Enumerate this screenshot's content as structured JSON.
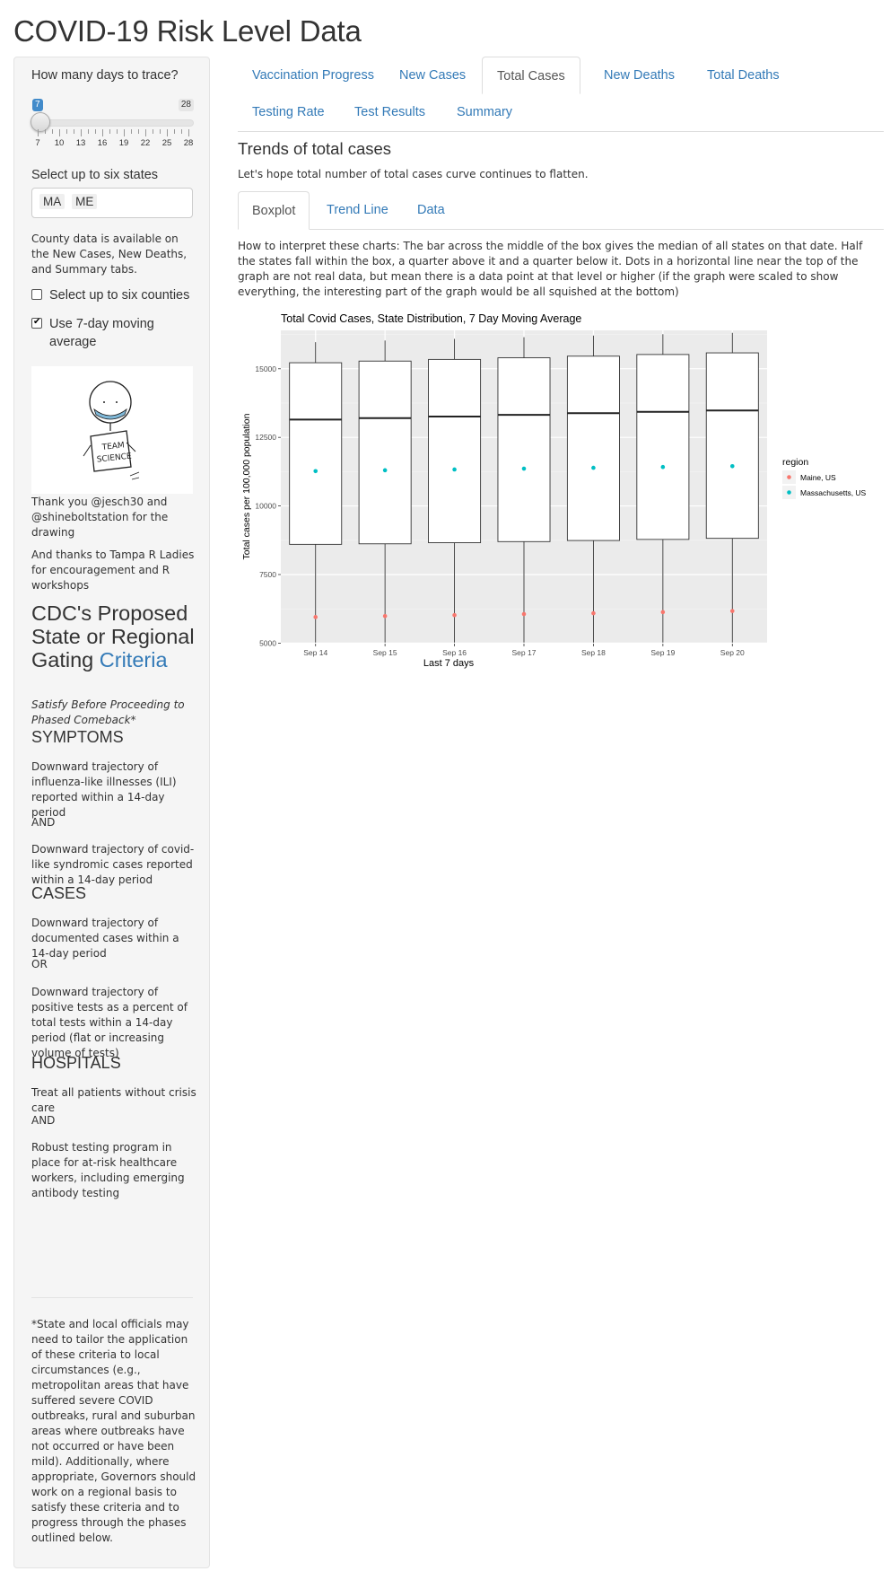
{
  "app_title": "COVID-19 Risk Level Data",
  "sidebar": {
    "days_label": "How many days to trace?",
    "slider": {
      "min": 7,
      "max": 28,
      "value": 7,
      "tick_labels": [
        "7",
        "10",
        "13",
        "16",
        "19",
        "22",
        "25",
        "28"
      ],
      "value_badge": "7",
      "max_badge": "28"
    },
    "states_label": "Select up to six states",
    "selected_states": [
      "MA",
      "ME"
    ],
    "county_note": "County data is available on the New Cases, New Deaths, and Summary tabs.",
    "counties_checkbox": {
      "label": "Select up to six counties",
      "checked": false
    },
    "moving_avg_checkbox": {
      "label": "Use 7-day moving average",
      "checked": true
    },
    "drawing": {
      "sign_line1": "TEAM",
      "sign_line2": "SCIENCE"
    },
    "thanks_1": "Thank you @jesch30 and @shineboltstation for the drawing",
    "thanks_2": "And thanks to Tampa R Ladies for encouragement and R workshops",
    "cdc_title": "CDC's Proposed State or Regional Gating",
    "cdc_link": "Criteria",
    "cdc_subtitle": "Satisfy Before Proceeding to Phased Comeback*",
    "symptoms_heading": "SYMPTOMS",
    "symptoms_1": "Downward trajectory of influenza-like illnesses (ILI) reported within a 14-day period",
    "and_1": "AND",
    "symptoms_2": "Downward trajectory of covid-like syndromic cases reported within a 14-day period",
    "cases_heading": "CASES",
    "cases_1": "Downward trajectory of documented cases within a 14-day period",
    "or_1": "OR",
    "cases_2": "Downward trajectory of positive tests as a percent of total tests within a 14-day period (flat or increasing volume of tests)",
    "hospitals_heading": "HOSPITALS",
    "hospitals_1": "Treat all patients without crisis care",
    "and_2": "AND",
    "hospitals_2": "Robust testing program in place for at-risk healthcare workers, including emerging antibody testing",
    "footnote": "*State and local officials may need to tailor the application of these criteria to local circumstances (e.g., metropolitan areas that have suffered severe COVID outbreaks, rural and suburban areas where outbreaks have not occurred or have been mild). Additionally, where appropriate, Governors should work on a regional basis to satisfy these criteria and to progress through the phases outlined below."
  },
  "tabs": [
    "Vaccination Progress",
    "New Cases",
    "Total Cases",
    "New Deaths",
    "Total Deaths",
    "Testing Rate",
    "Test Results",
    "Summary"
  ],
  "active_tab": "Total Cases",
  "section_title": "Trends of total cases",
  "section_sub": "Let's hope total number of total cases curve continues to flatten.",
  "subtabs": [
    "Boxplot",
    "Trend Line",
    "Data"
  ],
  "active_subtab": "Boxplot",
  "explanation": "How to interpret these charts: The bar across the middle of the box gives the median of all states on that date. Half the states fall within the box, a quarter above it and a quarter below it. Dots in a horizontal line near the top of the graph are not real data, but mean there is a data point at that level or higher (if the graph were scaled to show everything, the interesting part of the graph would be all squished at the bottom)",
  "colors": {
    "link": "#337ab7",
    "maine": "#F8766D",
    "massachusetts": "#00BFC4",
    "panel": "#EBEBEB"
  },
  "chart_data": {
    "type": "box",
    "title": "Total Covid Cases, State Distribution, 7 Day Moving Average",
    "xlabel": "Last 7 days",
    "ylabel": "Total cases per 100,000 population",
    "ylim": [
      4980,
      16400
    ],
    "yticks": [
      5000,
      7500,
      10000,
      12500,
      15000
    ],
    "categories": [
      "Sep 14",
      "Sep 15",
      "Sep 16",
      "Sep 17",
      "Sep 18",
      "Sep 19",
      "Sep 20"
    ],
    "boxes": [
      {
        "lower_whisker": 5020,
        "q1": 8600,
        "median": 13150,
        "q3": 15220,
        "upper_whisker": 15970
      },
      {
        "lower_whisker": 5020,
        "q1": 8620,
        "median": 13200,
        "q3": 15280,
        "upper_whisker": 16030
      },
      {
        "lower_whisker": 5020,
        "q1": 8660,
        "median": 13260,
        "q3": 15340,
        "upper_whisker": 16090
      },
      {
        "lower_whisker": 5020,
        "q1": 8700,
        "median": 13320,
        "q3": 15400,
        "upper_whisker": 16150
      },
      {
        "lower_whisker": 5020,
        "q1": 8740,
        "median": 13380,
        "q3": 15460,
        "upper_whisker": 16210
      },
      {
        "lower_whisker": 5020,
        "q1": 8780,
        "median": 13430,
        "q3": 15520,
        "upper_whisker": 16260
      },
      {
        "lower_whisker": 5020,
        "q1": 8820,
        "median": 13480,
        "q3": 15580,
        "upper_whisker": 16310
      }
    ],
    "series": [
      {
        "name": "Maine, US",
        "color": "#F8766D",
        "values": [
          5950,
          5985,
          6020,
          6060,
          6090,
          6130,
          6170
        ]
      },
      {
        "name": "Massachusetts, US",
        "color": "#00BFC4",
        "values": [
          11270,
          11300,
          11330,
          11360,
          11390,
          11420,
          11450
        ]
      }
    ],
    "legend_title": "region",
    "legend_position": "right",
    "grid": true
  }
}
